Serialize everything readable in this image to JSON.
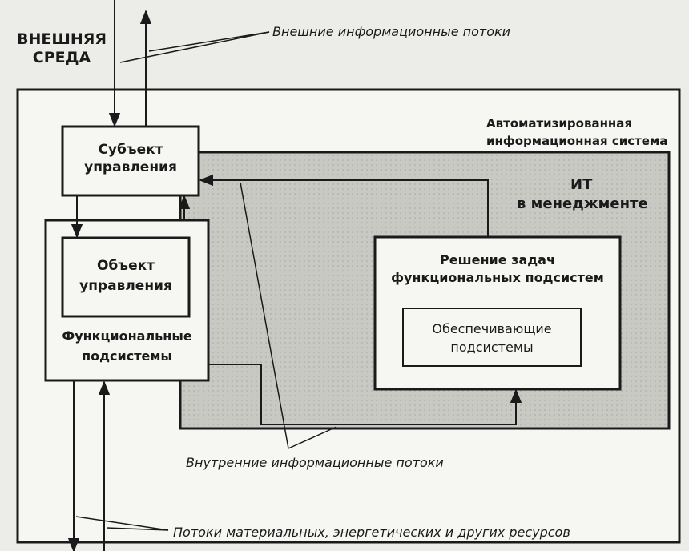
{
  "external_env": {
    "line1": "ВНЕШНЯЯ",
    "line2": "СРЕДА"
  },
  "external_flows": "Внешние информационные потоки",
  "ais": {
    "line1": "Автоматизированная",
    "line2": "информационная система"
  },
  "it": {
    "line1": "ИТ",
    "line2": "в менеджменте"
  },
  "subject": {
    "line1": "Субъект",
    "line2": "управления"
  },
  "object": {
    "line1": "Объект",
    "line2": "управления"
  },
  "functional": {
    "line1": "Функциональные",
    "line2": "подсистемы"
  },
  "tasks": {
    "line1": "Решение задач",
    "line2": "функциональных подсистем"
  },
  "support": {
    "line1": "Обеспечивающие",
    "line2": "подсистемы"
  },
  "internal_flows": "Внутренние информационные потоки",
  "resource_flows": "Потоки материальных, энергетических и других ресурсов"
}
